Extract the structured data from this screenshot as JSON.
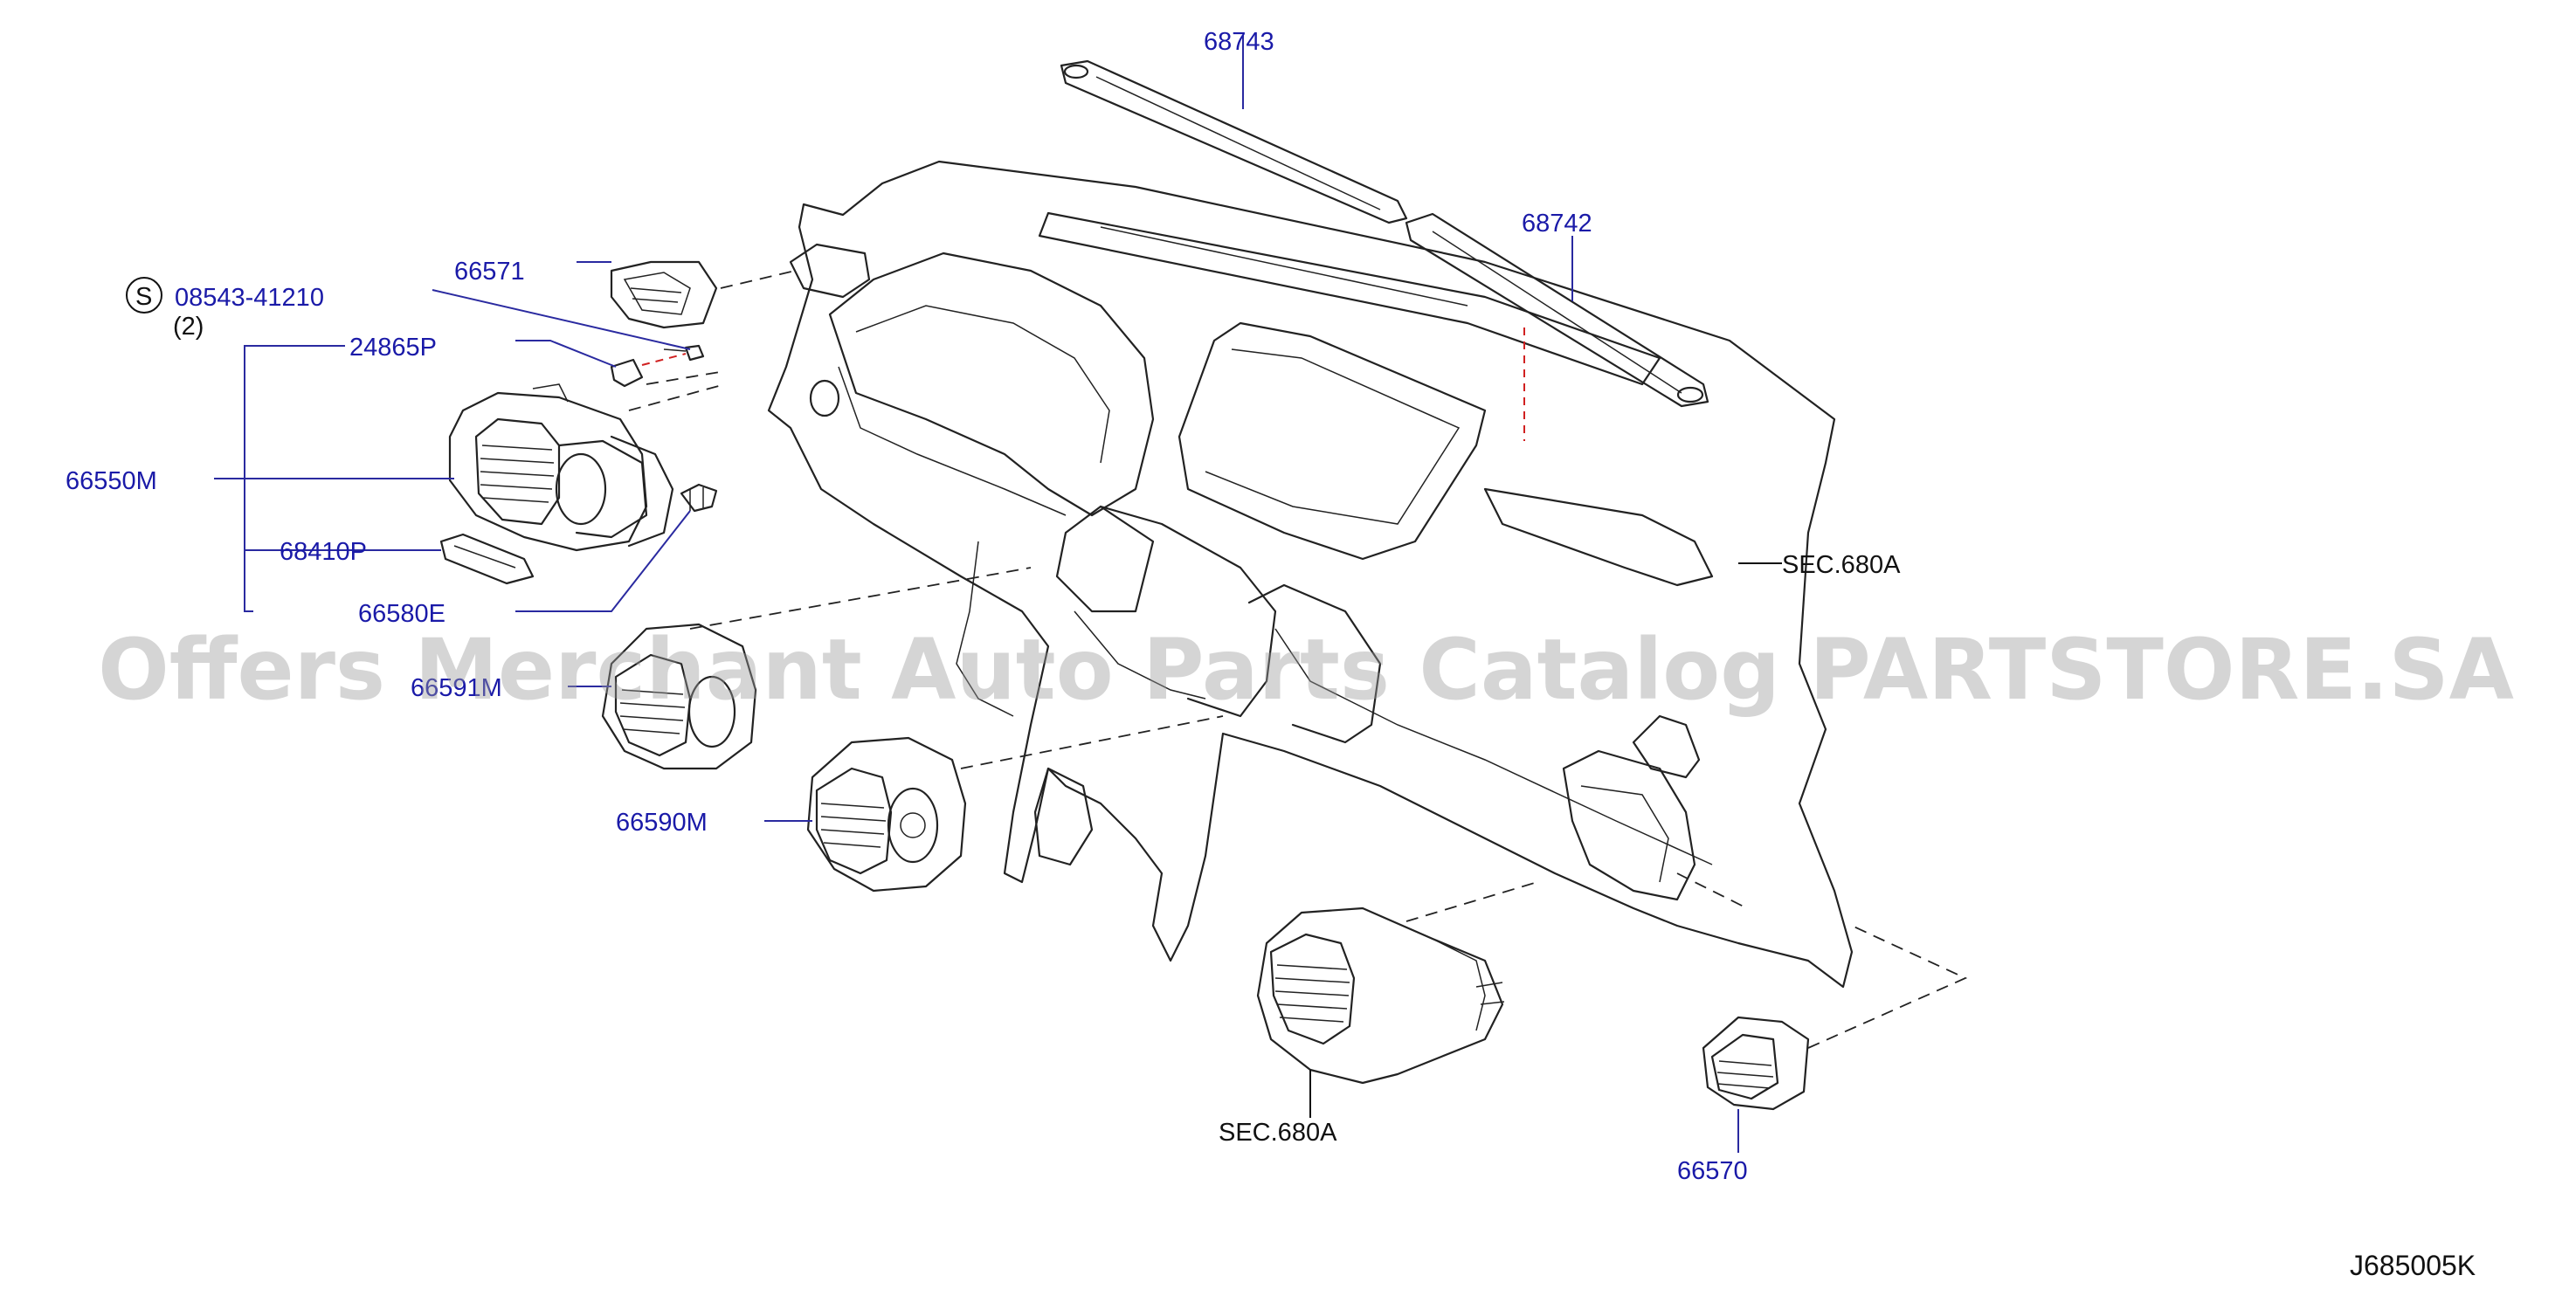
{
  "diagram": {
    "part_labels": {
      "p68743": "68743",
      "p68742": "68742",
      "p66571": "66571",
      "p08543": "08543-41210",
      "qty": "(2)",
      "screw_symbol": "S",
      "p24865P": "24865P",
      "p66550M": "66550M",
      "p68410P": "68410P",
      "p66580E": "66580E",
      "p66591M": "66591M",
      "p66590M": "66590M",
      "p66570": "66570"
    },
    "section_refs": {
      "sec_upper": "SEC.680A",
      "sec_lower": "SEC.680A"
    },
    "diagram_code": "J685005K",
    "watermark": "Offers Merchant Auto Parts Catalog PARTSTORE.SA",
    "colors": {
      "part_number": "#1a1aa8",
      "reference_text": "#111111",
      "leader_line": "#2a2aa0",
      "red_guide": "#d02020",
      "watermark": "#9a9a9a"
    }
  }
}
